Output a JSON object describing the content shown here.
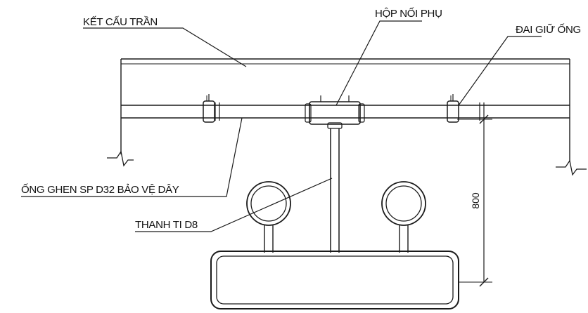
{
  "labels": {
    "ceiling_structure": "KẾT CẤU TRẦN",
    "junction_box": "HỘP NỐI PHỤ",
    "pipe_clamp": "ĐAI GIỮ ỐNG",
    "conduit": "ỐNG GHEN SP D32 BẢO VỆ DÂY",
    "threaded_rod": "THANH TI D8"
  },
  "dimension": {
    "hang_height": "800"
  },
  "colors": {
    "ink": "#1a1a1a",
    "background": "#ffffff"
  }
}
